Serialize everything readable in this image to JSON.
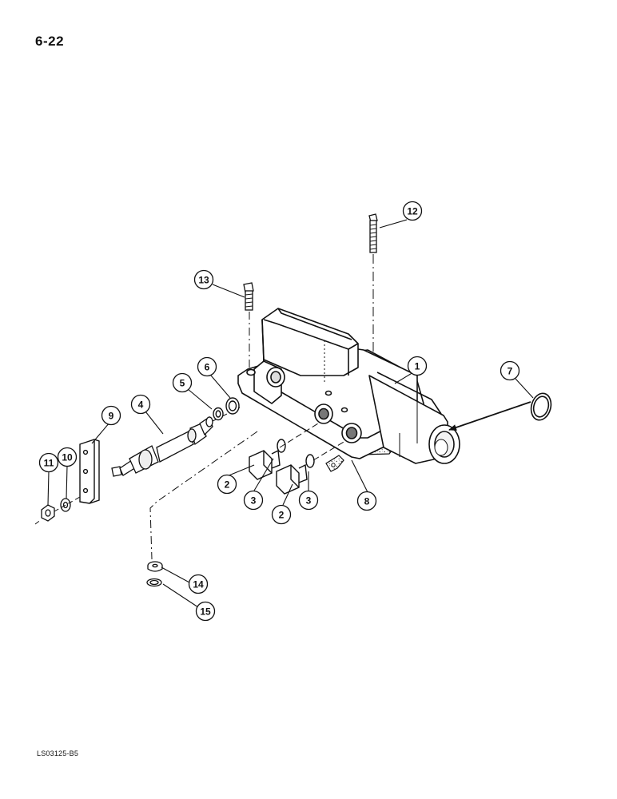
{
  "page_number": "6-22",
  "drawing_reference": "LS03125-B5",
  "callouts": [
    {
      "id": "1",
      "label": "1"
    },
    {
      "id": "2a",
      "label": "2"
    },
    {
      "id": "2b",
      "label": "2"
    },
    {
      "id": "3a",
      "label": "3"
    },
    {
      "id": "3b",
      "label": "3"
    },
    {
      "id": "4",
      "label": "4"
    },
    {
      "id": "5",
      "label": "5"
    },
    {
      "id": "6",
      "label": "6"
    },
    {
      "id": "7",
      "label": "7"
    },
    {
      "id": "8",
      "label": "8"
    },
    {
      "id": "9",
      "label": "9"
    },
    {
      "id": "10",
      "label": "10"
    },
    {
      "id": "11",
      "label": "11"
    },
    {
      "id": "12",
      "label": "12"
    },
    {
      "id": "13",
      "label": "13"
    },
    {
      "id": "14",
      "label": "14"
    },
    {
      "id": "15",
      "label": "15"
    }
  ]
}
